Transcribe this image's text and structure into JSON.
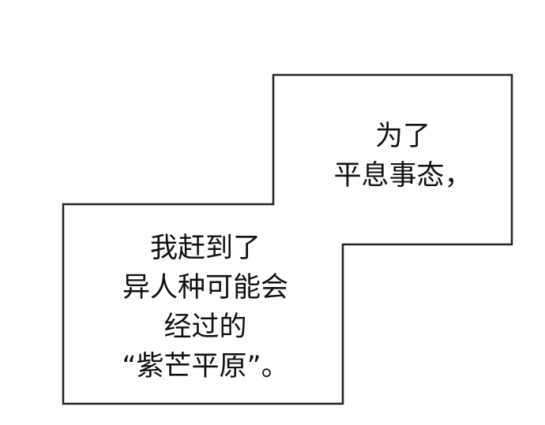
{
  "captions": {
    "top": {
      "lines": [
        "为了",
        "平息事态，"
      ]
    },
    "bottom": {
      "lines": [
        "我赶到了",
        "异人种可能会",
        "经过的",
        "“紫芒平原”。"
      ]
    }
  },
  "colors": {
    "background": "#ffffff",
    "border": "#222222",
    "text": "#111111"
  }
}
